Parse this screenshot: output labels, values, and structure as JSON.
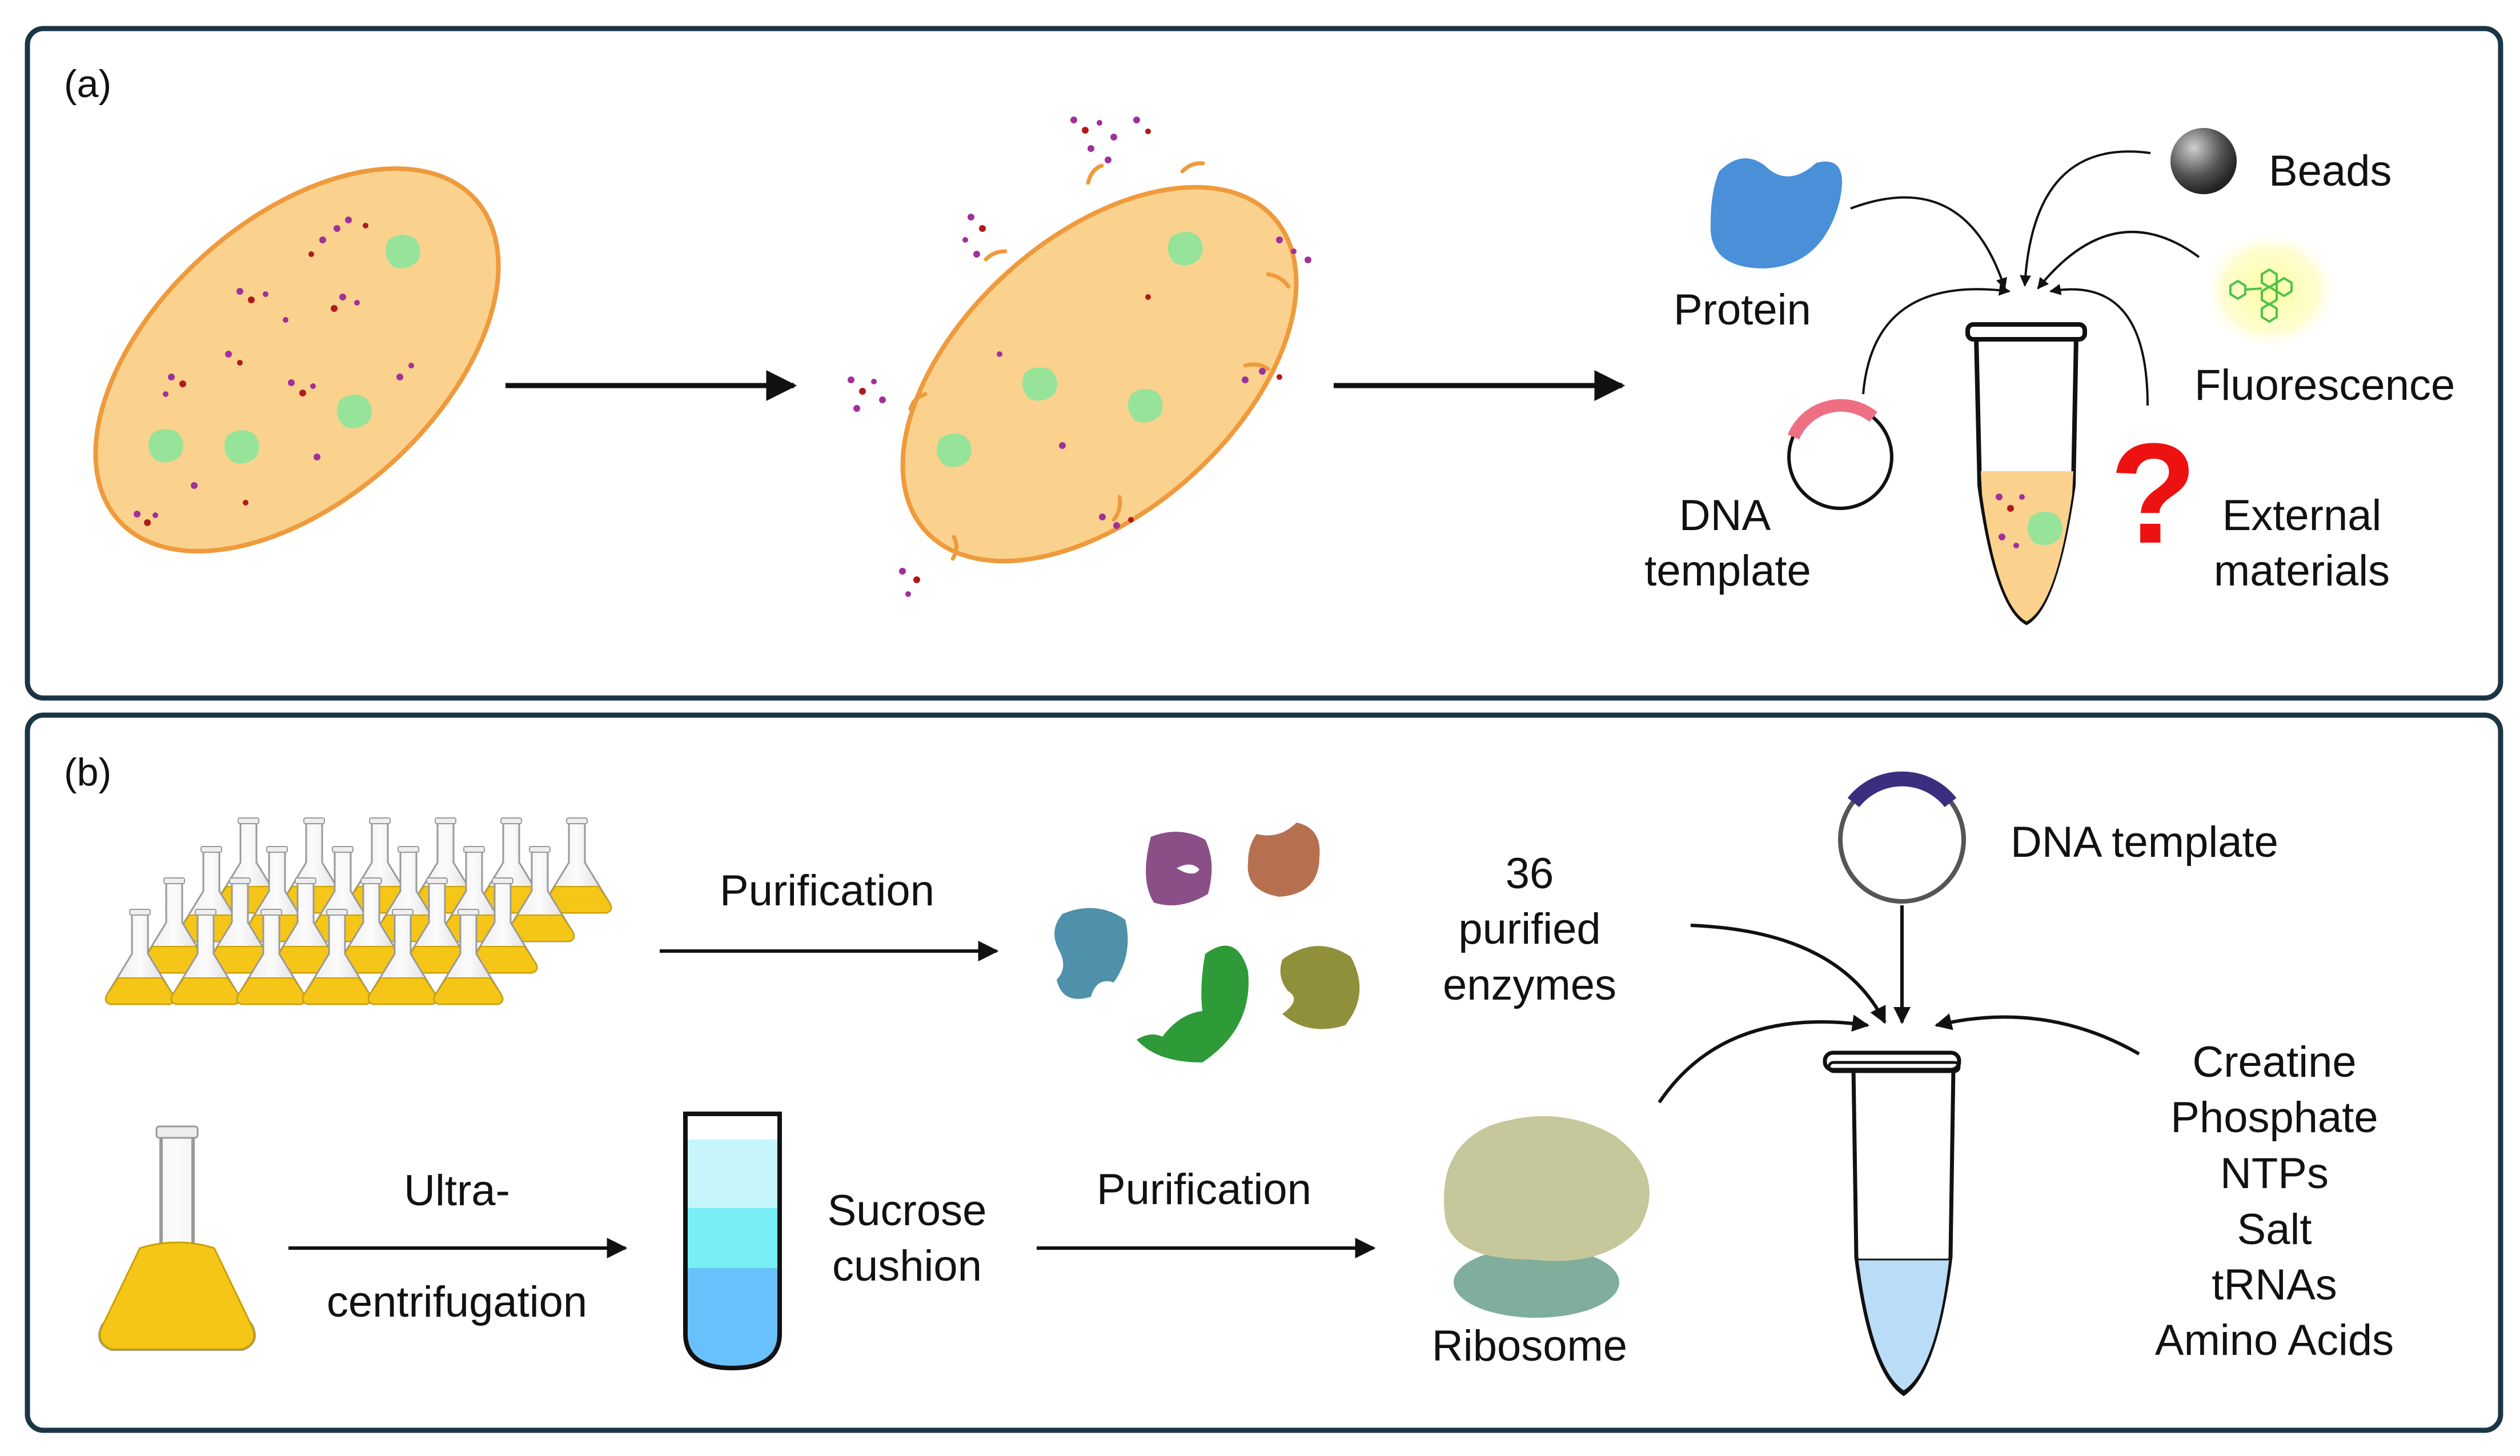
{
  "panel_a": {
    "tag": "(a)",
    "labels": {
      "protein": "Protein",
      "beads": "Beads",
      "fluorescence": "Fluorescence",
      "dna_line1": "DNA",
      "dna_line2": "template",
      "external_line1": "External",
      "external_line2": "materials",
      "question_mark": "?"
    }
  },
  "panel_b": {
    "tag": "(b)",
    "labels": {
      "purification_top": "Purification",
      "enzymes_line1": "36",
      "enzymes_line2": "purified",
      "enzymes_line3": "enzymes",
      "dna_template": "DNA template",
      "ultra_line1": "Ultra-",
      "ultra_line2": "centrifugation",
      "sucrose_line1": "Sucrose",
      "sucrose_line2": "cushion",
      "purification_bottom": "Purification",
      "ribosome": "Ribosome",
      "components": [
        "Creatine",
        "Phosphate",
        "NTPs",
        "Salt",
        "tRNAs",
        "Amino Acids"
      ]
    }
  },
  "colors": {
    "frame": "#1b3545",
    "cell_fill": "#fad28e",
    "cell_stroke": "#ef9a3c",
    "green_blob": "#98e39a",
    "purple_dot": "#a0309b",
    "red_dot": "#b11a1a",
    "protein_blue": "#4a90d9",
    "bead_gray": "#444444",
    "fluorescence_green": "#6fd36f",
    "dna_pink": "#ee6f84",
    "question_red": "#ee1111",
    "flask_yellow": "#f5c518",
    "tube_blue": "#b9dcf7",
    "sucrose_light": "#c6f6fb",
    "sucrose_cyan": "#78eef7",
    "sucrose_blue": "#69c1fb",
    "dna_navy": "#3b2e7e",
    "ribosome_large": "#c6c79a",
    "ribosome_small": "#7fae9c",
    "enzyme_purple": "#8a4f86",
    "enzyme_brown": "#b7704f",
    "enzyme_teal": "#4f90ab",
    "enzyme_green": "#2e9a38",
    "enzyme_olive": "#8f9039"
  }
}
